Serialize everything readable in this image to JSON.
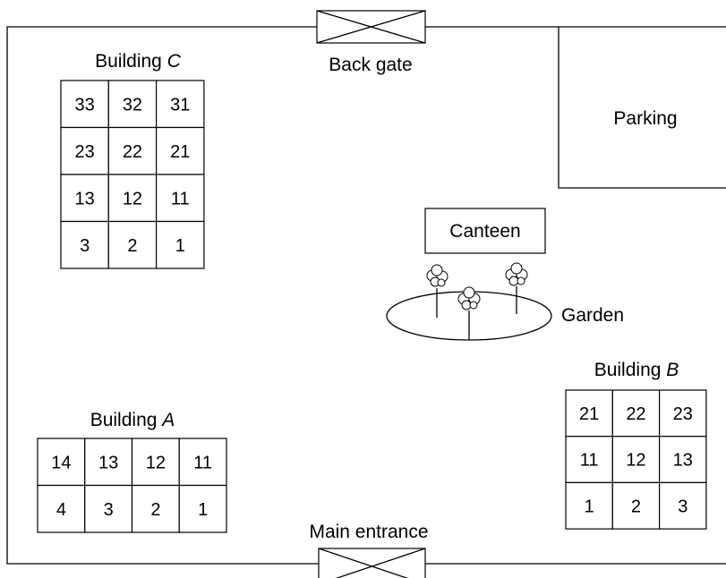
{
  "site": {
    "back_gate_label": "Back gate",
    "main_entrance_label": "Main entrance",
    "parking_label": "Parking",
    "canteen_label": "Canteen",
    "garden_label": "Garden"
  },
  "building_c": {
    "title_prefix": "Building ",
    "title_letter": "C",
    "rows": [
      [
        "33",
        "32",
        "31"
      ],
      [
        "23",
        "22",
        "21"
      ],
      [
        "13",
        "12",
        "11"
      ],
      [
        "3",
        "2",
        "1"
      ]
    ]
  },
  "building_a": {
    "title_prefix": "Building ",
    "title_letter": "A",
    "rows": [
      [
        "14",
        "13",
        "12",
        "11"
      ],
      [
        "4",
        "3",
        "2",
        "1"
      ]
    ]
  },
  "building_b": {
    "title_prefix": "Building ",
    "title_letter": "B",
    "rows": [
      [
        "21",
        "22",
        "23"
      ],
      [
        "11",
        "12",
        "13"
      ],
      [
        "1",
        "2",
        "3"
      ]
    ]
  }
}
